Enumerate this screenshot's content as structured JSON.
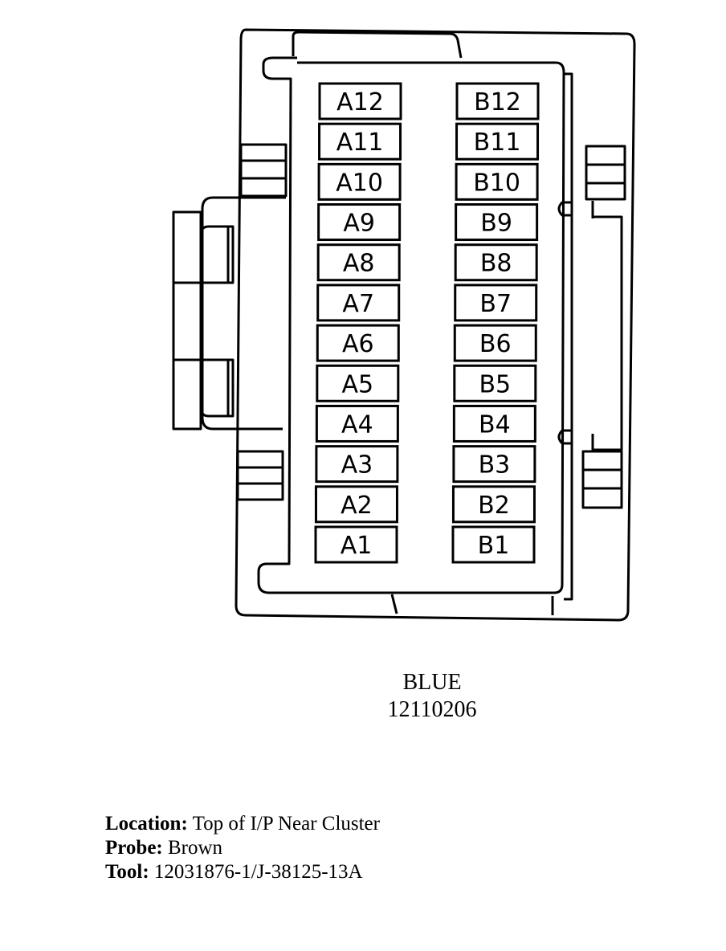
{
  "connector": {
    "color_name": "BLUE",
    "part_number": "12110206",
    "column_a": [
      "A12",
      "A11",
      "A10",
      "A9",
      "A8",
      "A7",
      "A6",
      "A5",
      "A4",
      "A3",
      "A2",
      "A1"
    ],
    "column_b": [
      "B12",
      "B11",
      "B10",
      "B9",
      "B8",
      "B7",
      "B6",
      "B5",
      "B4",
      "B3",
      "B2",
      "B1"
    ]
  },
  "details": {
    "location_label": "Location:",
    "location_value": "Top of I/P Near Cluster",
    "probe_label": "Probe:",
    "probe_value": "Brown",
    "tool_label": "Tool:",
    "tool_value": "12031876-1/J-38125-13A"
  }
}
